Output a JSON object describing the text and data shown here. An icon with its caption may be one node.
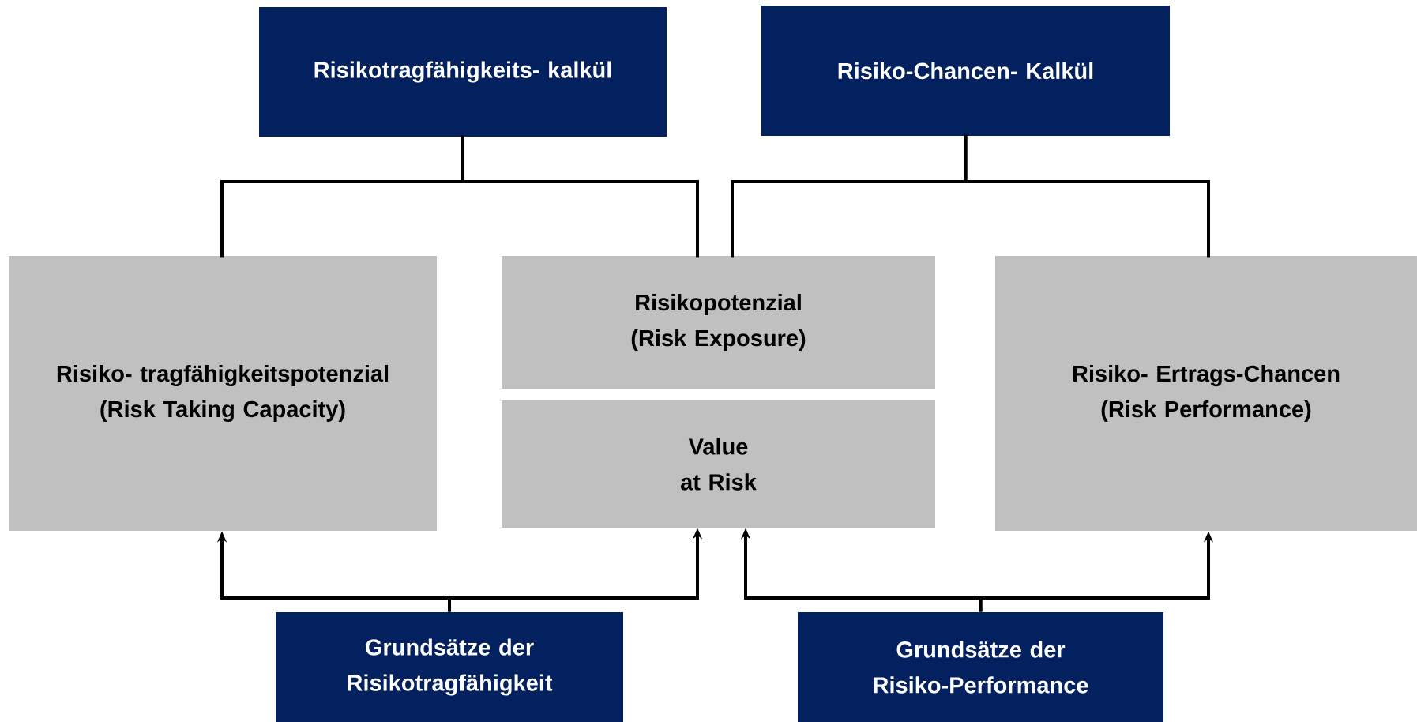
{
  "diagram": {
    "nodes": [
      {
        "text": [
          "Risikotragfähigkeits- kalkül"
        ]
      },
      {
        "text": [
          "Risiko-Chancen- Kalkül"
        ]
      },
      {
        "text": [
          "Risiko- tragfähigkeitspotenzial (Risk Taking Capacity)"
        ]
      },
      {
        "text": [
          "Risikopotenzial (Risk Exposure)"
        ]
      },
      {
        "text": [
          "Value at Risk"
        ]
      },
      {
        "text": [
          "Risiko- Ertrags-Chancen (Risk Performance)"
        ]
      },
      {
        "text": [
          "Grundsätze der Risikotragfähigkeit"
        ]
      },
      {
        "text": [
          "Grundsätze der Risiko-Performance"
        ]
      }
    ],
    "edges": [
      {
        "from": 0,
        "to": 2,
        "arrow": "none"
      },
      {
        "from": 0,
        "to": 3,
        "arrow": "none"
      },
      {
        "from": 1,
        "to": 3,
        "arrow": "none"
      },
      {
        "from": 1,
        "to": 5,
        "arrow": "none"
      },
      {
        "from": 6,
        "to": 2,
        "arrow": "to"
      },
      {
        "from": 6,
        "to": 4,
        "arrow": "to"
      },
      {
        "from": 7,
        "to": 4,
        "arrow": "to"
      },
      {
        "from": 7,
        "to": 5,
        "arrow": "to"
      }
    ]
  }
}
